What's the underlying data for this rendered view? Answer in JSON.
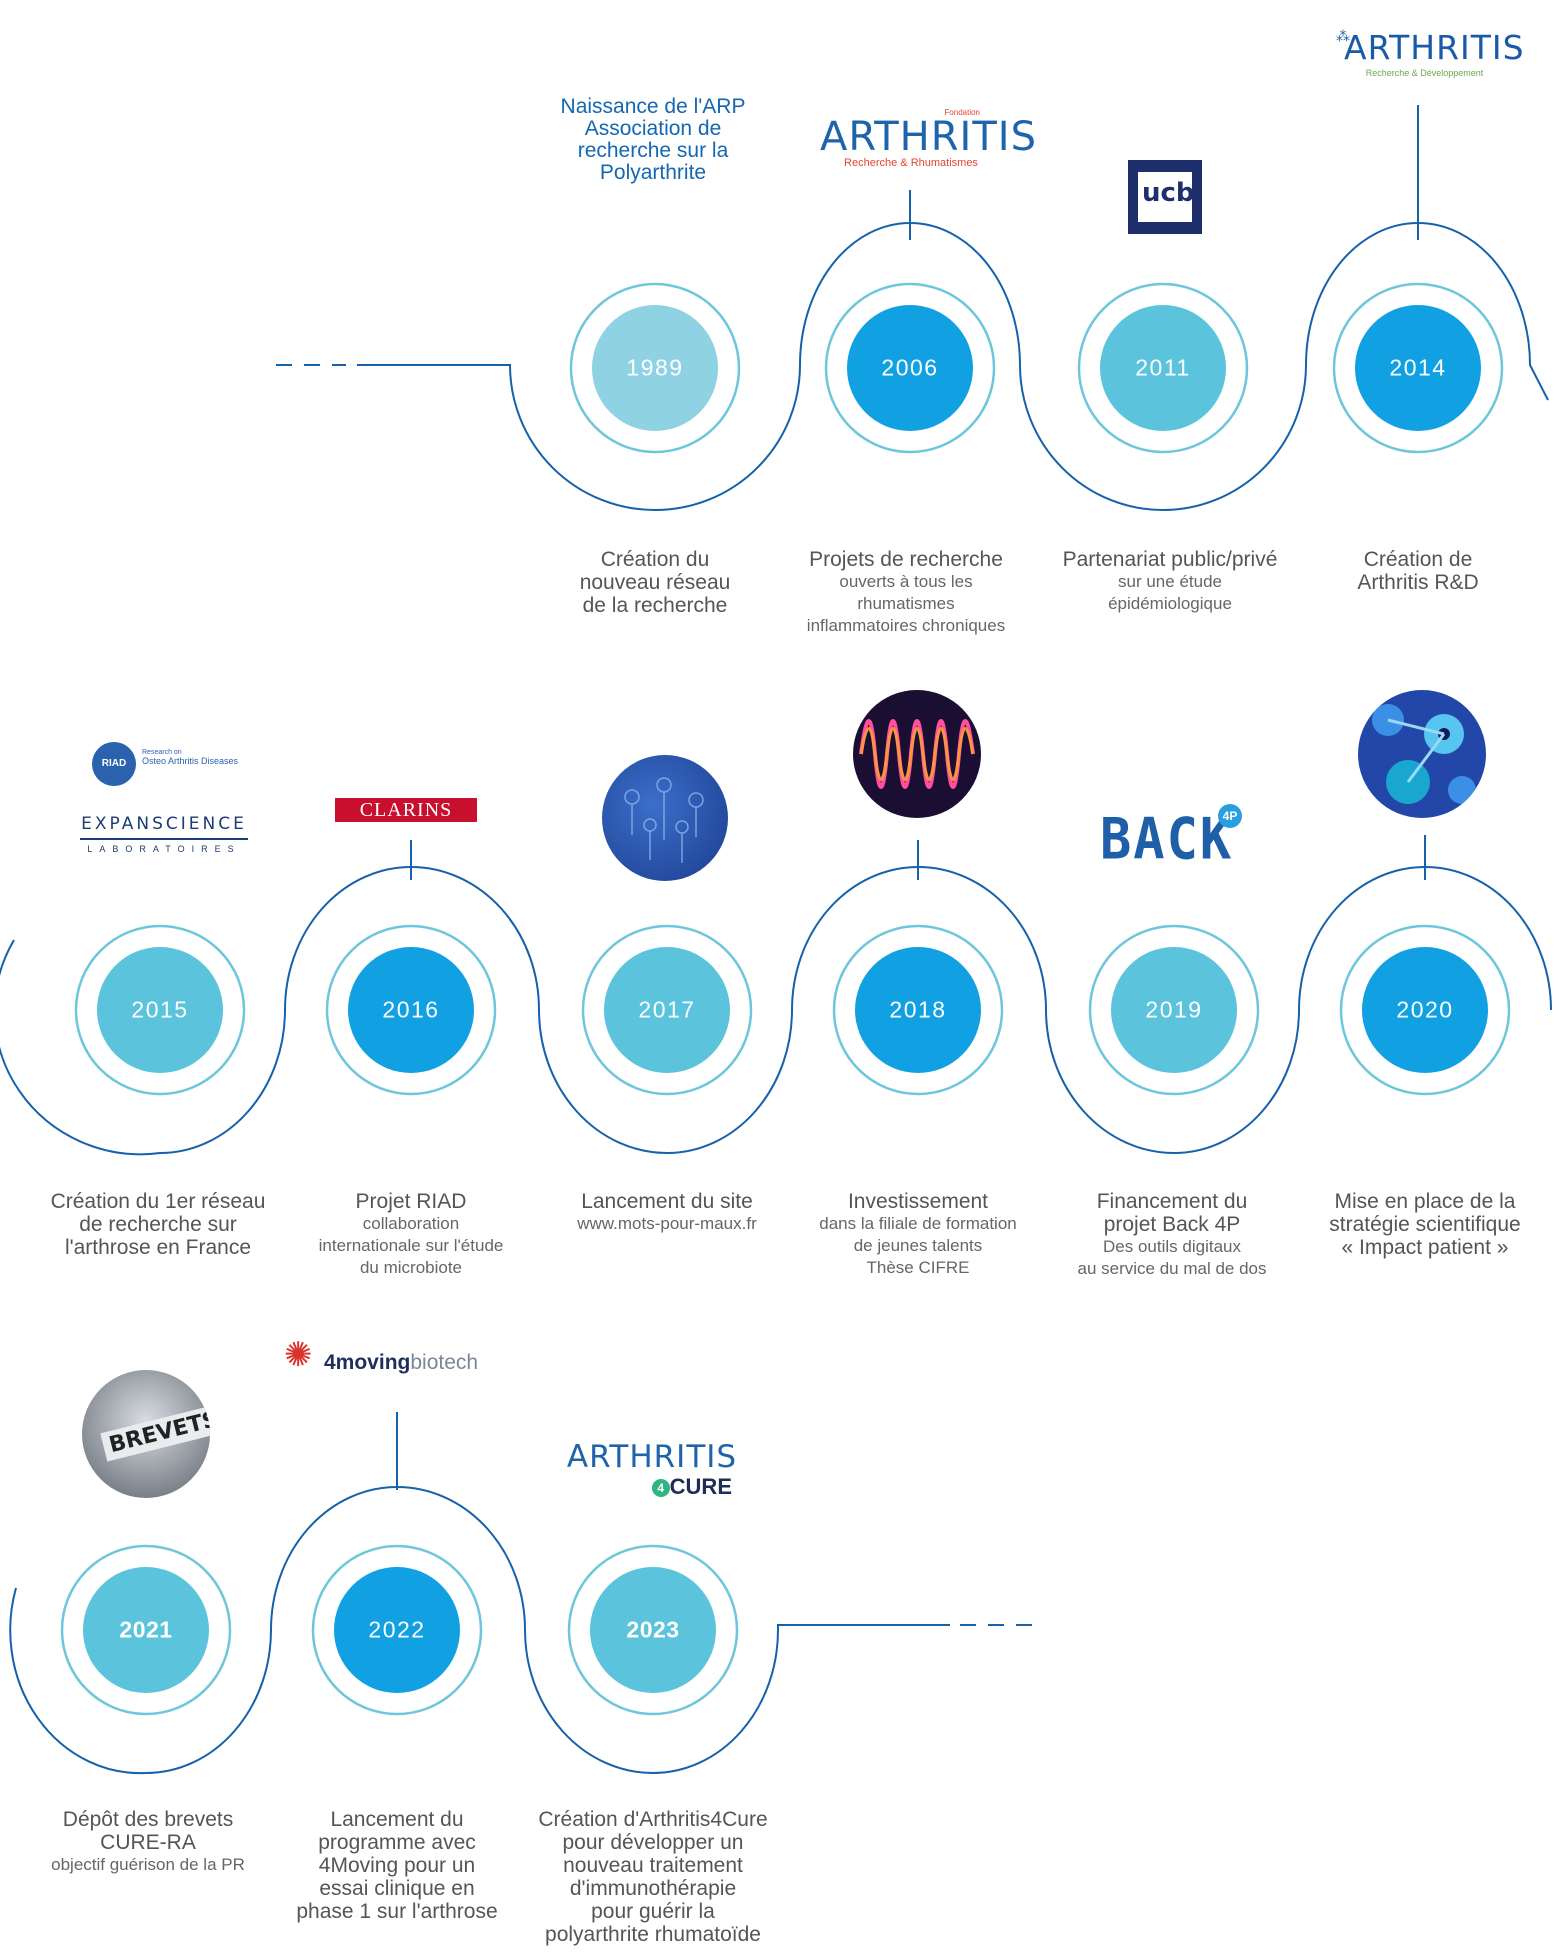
{
  "colors": {
    "line": "#1561aa",
    "ring": "#6ec6dc",
    "light_blue": "#8fd2e4",
    "mid_blue": "#5bc3dc",
    "bright_blue": "#11a1e3",
    "caption": "#555555",
    "note": "#1467b3"
  },
  "top_note": [
    "Naissance de l'ARP",
    "Association de",
    "recherche sur la",
    "Polyarthrite"
  ],
  "milestones": [
    {
      "year": "1989",
      "title": [
        "Création du",
        "nouveau réseau",
        "de la recherche"
      ],
      "sub": []
    },
    {
      "year": "2006",
      "title": [
        "Projets de recherche"
      ],
      "sub": [
        "ouverts à tous les",
        "rhumatismes",
        "inflammatoires chroniques"
      ]
    },
    {
      "year": "2011",
      "title": [
        "Partenariat public/privé"
      ],
      "sub": [
        "sur une étude",
        "épidémiologique"
      ]
    },
    {
      "year": "2014",
      "title": [
        "Création de",
        "Arthritis R&D"
      ],
      "sub": []
    },
    {
      "year": "2015",
      "title": [
        "Création du 1er réseau",
        "de recherche sur",
        "l'arthrose en France"
      ],
      "sub": []
    },
    {
      "year": "2016",
      "title": [
        "Projet RIAD"
      ],
      "sub": [
        "collaboration",
        "internationale sur l'étude",
        "du microbiote"
      ]
    },
    {
      "year": "2017",
      "title": [
        "Lancement du site"
      ],
      "sub": [
        "www.mots-pour-maux.fr"
      ]
    },
    {
      "year": "2018",
      "title": [
        "Investissement"
      ],
      "sub": [
        "dans la filiale de formation",
        "de jeunes talents",
        "Thèse CIFRE"
      ]
    },
    {
      "year": "2019",
      "title": [
        "Financement du",
        "projet Back 4P"
      ],
      "sub": [
        "Des outils digitaux",
        "au service du mal de dos"
      ]
    },
    {
      "year": "2020",
      "title": [
        "Mise en place de la",
        "stratégie scientifique",
        "« Impact patient »"
      ],
      "sub": []
    },
    {
      "year": "2021",
      "title": [
        "Dépôt des brevets",
        "CURE-RA"
      ],
      "sub": [
        "objectif guérison de la PR"
      ]
    },
    {
      "year": "2022",
      "title": [
        "Lancement du",
        "programme avec",
        "4Moving pour un",
        "essai clinique en",
        "phase 1 sur l'arthrose"
      ],
      "sub": []
    },
    {
      "year": "2023",
      "title": [
        "Création d'Arthritis4Cure",
        "pour développer un",
        "nouveau traitement",
        "d'immunothérapie",
        "pour guérir la",
        "polyarthrite rhumatoïde"
      ],
      "sub": []
    }
  ],
  "logos": {
    "arthritis_2006": {
      "small": "Fondation",
      "name": "ARTHRITIS",
      "tag": "Recherche & Rhumatismes"
    },
    "ucb": {
      "name": "ucb"
    },
    "arthritis_2014": {
      "name": "ARTHRITIS",
      "tag": "Recherche & Développement"
    },
    "riad": {
      "badge": "RIAD",
      "text": [
        "Research on",
        "Osteo Arthritis Diseases"
      ]
    },
    "expanscience": {
      "name": "EXPANSCIENCE",
      "tag": "LABORATOIRES"
    },
    "clarins": {
      "name": "CLARINS"
    },
    "back4p": {
      "name": "BACK",
      "badge": "4P"
    },
    "brevets": {
      "name": "BREVETS"
    },
    "fourmoving": {
      "bold": "4moving",
      "light": "biotech"
    },
    "arthritis4cure": {
      "name": "ARTHRITIS",
      "tag": "CURE",
      "prefix": "4"
    }
  }
}
